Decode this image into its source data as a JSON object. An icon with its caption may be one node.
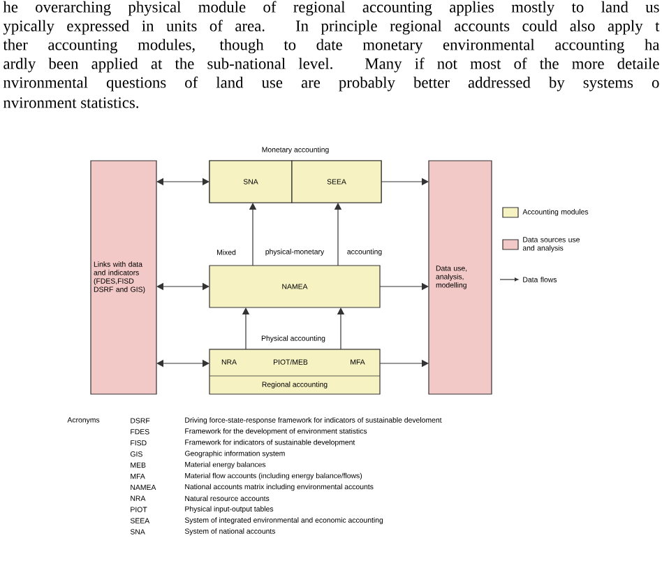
{
  "diagram": {
    "nodes": [
      {
        "text": [
          "Links with data and indicators (FDES,FISD DSRF and GIS)"
        ]
      },
      {
        "text": [
          "Monetary accounting"
        ]
      },
      {
        "text": [
          "SNA"
        ],
        "in": 1
      },
      {
        "text": [
          "SEEA"
        ],
        "in": 1
      },
      {
        "text": [
          "NAMEA"
        ]
      },
      {
        "text": [
          "NRA",
          "PIOT/MEB",
          "MFA",
          "Regional accounting"
        ]
      },
      {
        "text": [
          "Data use, analysis, modelling"
        ]
      }
    ],
    "edges": [
      {
        "from": 4,
        "to": 2,
        "arrow": "to"
      },
      {
        "from": 4,
        "to": 3,
        "arrow": "to"
      },
      {
        "from": 5,
        "to": 4,
        "arrow": "to"
      },
      {
        "from": 5,
        "to": 4,
        "arrow": "to"
      },
      {
        "from": 0,
        "to": 2,
        "arrow": "both"
      },
      {
        "from": 0,
        "to": 4,
        "arrow": "both"
      },
      {
        "from": 0,
        "to": 5,
        "arrow": "both"
      },
      {
        "from": 3,
        "to": 6,
        "arrow": "to"
      },
      {
        "from": 4,
        "to": 6,
        "arrow": "to"
      },
      {
        "from": 5,
        "to": 6,
        "arrow": "to"
      }
    ],
    "labels": [
      "he overarching physical module of regional accounting applies mostly to land us",
      "ypically expressed in units of area. In principle regional accounts could also apply t",
      "ther accounting modules, though to date monetary environmental accounting ha",
      "ardly been applied at the sub-national level. Many if not most of the more detaile",
      "nvironmental questions of land use are probably better addressed by systems o",
      "nvironment statistics.",
      "Mixed",
      "physical-monetary",
      "accounting",
      "Physical accounting",
      "Acronyms",
      "DSRF",
      "Driving force-state-response framework for indicators of sustainable develoment",
      "FDES",
      "Framework for the development of environment statistics",
      "FISD",
      "Framework for indicators of sustainable development",
      "GIS",
      "Geographic information system",
      "MEB",
      "Material energy balances",
      "MFA",
      "Material flow accounts (including energy balance/flows)",
      "NAMEA",
      "National accounts matrix including environmental accounts",
      "NRA",
      "Natural resource accounts",
      "PIOT",
      "Physical input-output tables",
      "SEEA",
      "System of integrated environmental and economic accounting",
      "SNA",
      "System of national accounts"
    ],
    "legend": [
      {
        "text": "Accounting modules",
        "color": "#f6f2c2"
      },
      {
        "text": "Data sources use and analysis",
        "color": "#f2c9c6"
      },
      {
        "text": "Data flows"
      }
    ]
  }
}
